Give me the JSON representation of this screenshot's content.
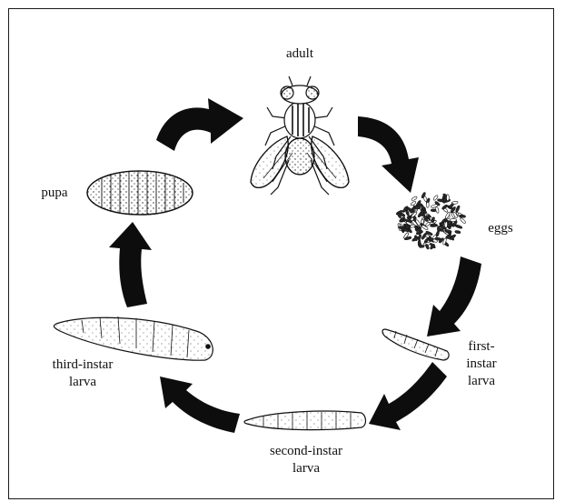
{
  "diagram": {
    "stages": [
      {
        "key": "adult",
        "label": "adult"
      },
      {
        "key": "eggs",
        "label": "eggs"
      },
      {
        "key": "first_instar",
        "label_line1": "first-",
        "label_line2": "instar",
        "label_line3": "larva"
      },
      {
        "key": "second_instar",
        "label_line1": "second-instar",
        "label_line2": "larva"
      },
      {
        "key": "third_instar",
        "label_line1": "third-instar",
        "label_line2": "larva"
      },
      {
        "key": "pupa",
        "label": "pupa"
      }
    ],
    "colors": {
      "ink": "#111111",
      "arrow": "#0d0d0d",
      "background": "#ffffff"
    }
  }
}
